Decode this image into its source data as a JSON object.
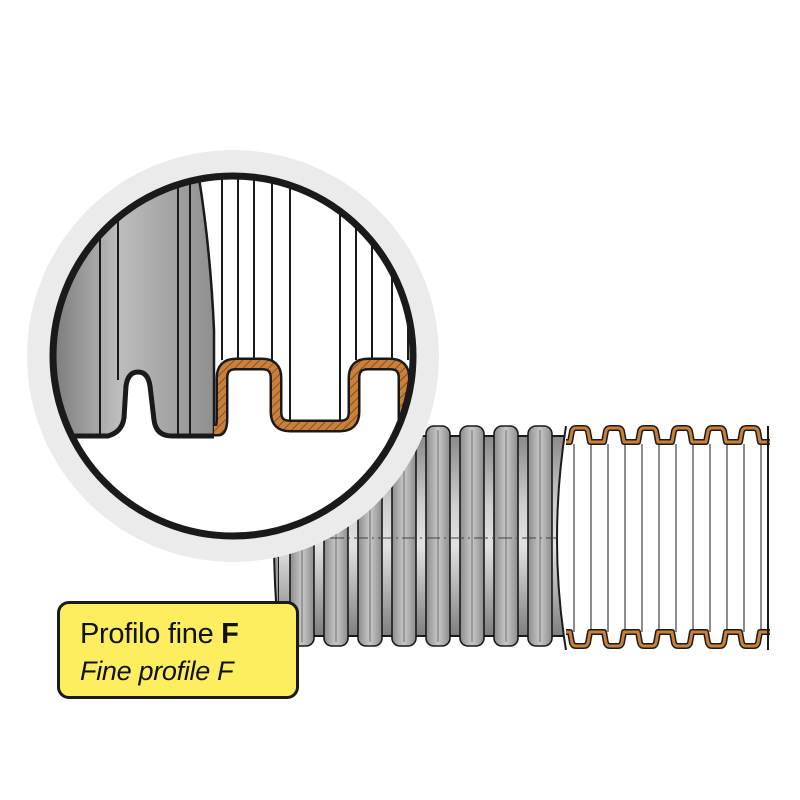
{
  "label": {
    "it_prefix": "Profilo fine ",
    "it_code": "F",
    "en_text": "Fine profile F"
  },
  "colors": {
    "pipe_gray": "#a7a7a7",
    "pipe_dark": "#7a7a7a",
    "pipe_light": "#d9d9d9",
    "copper_wall": "#c8803a",
    "outline": "#1a1a1a",
    "label_fill": "#fcee5f",
    "halo": "#ebebeb"
  }
}
